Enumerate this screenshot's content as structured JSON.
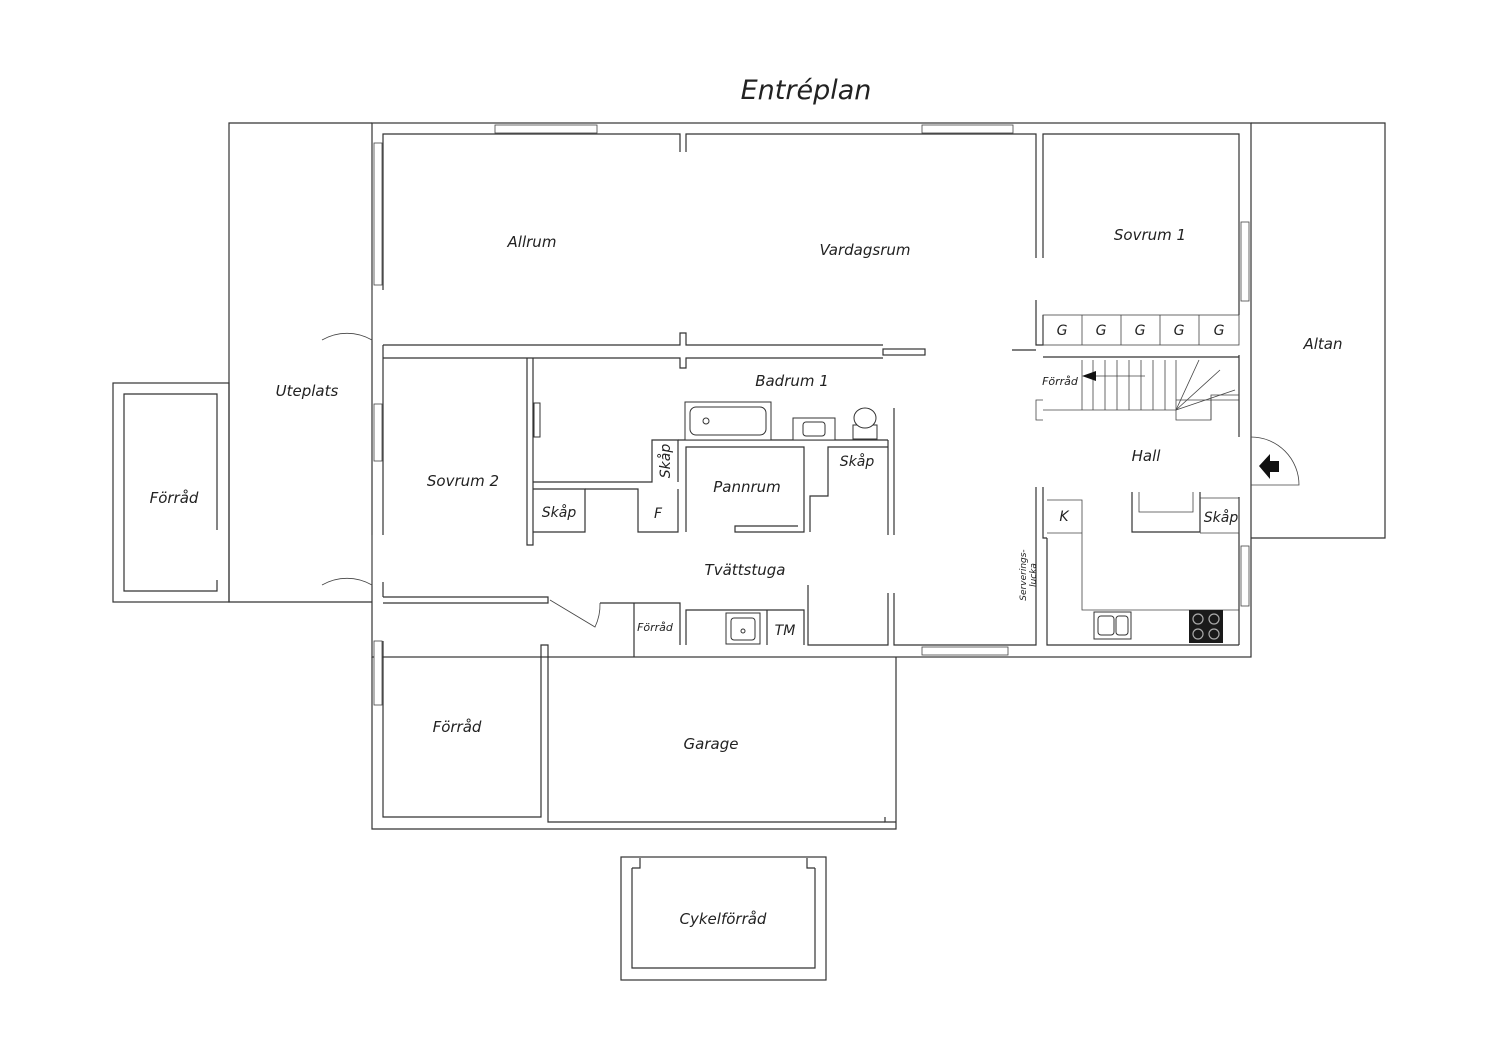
{
  "title": "Entréplan",
  "rooms": {
    "allrum": "Allrum",
    "vardagsrum": "Vardagsrum",
    "sovrum1": "Sovrum 1",
    "altan": "Altan",
    "uteplats": "Uteplats",
    "forrad_left": "Förråd",
    "sovrum2": "Sovrum 2",
    "badrum1": "Badrum 1",
    "skap_bath": "Skåp",
    "skap_left": "Skåp",
    "f": "F",
    "pannrum": "Pannrum",
    "skap_pannrum": "Skåp",
    "tvattstuga": "Tvättstuga",
    "forrad_small": "Förråd",
    "tm": "TM",
    "hall": "Hall",
    "k": "K",
    "skap_hall": "Skåp",
    "servering_1": "Serverings-",
    "servering_2": "lucka",
    "forrad_stair": "Förråd",
    "forrad_bottom": "Förråd",
    "garage": "Garage",
    "cykelforrad": "Cykelförråd"
  },
  "wardrobes": [
    "G",
    "G",
    "G",
    "G",
    "G"
  ]
}
